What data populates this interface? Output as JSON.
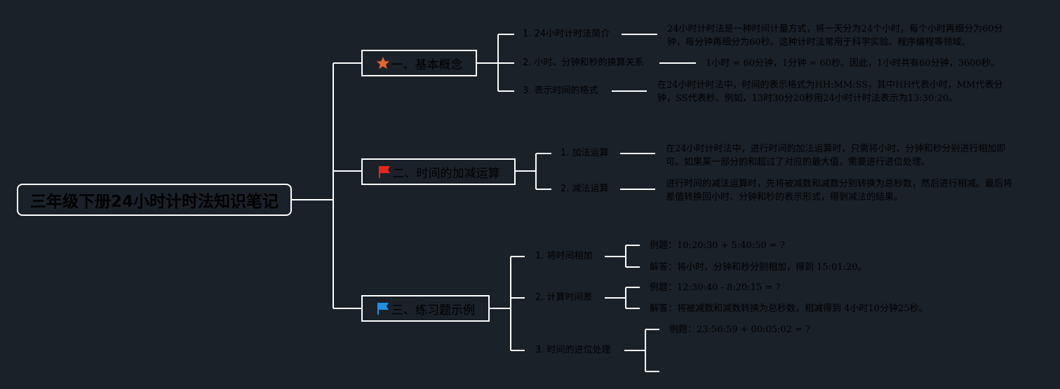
{
  "root": {
    "title": "三年级下册24小时计时法知识笔记"
  },
  "branches": [
    {
      "icon": "star-icon",
      "icon_color": "#e8652b",
      "title": "一、基本概念",
      "items": [
        {
          "label": "1. 24小时计时法简介",
          "text": "24小时计时法是一种时间计量方式，将一天分为24个小时，每个小时再细分为60分钟，每分钟再细分为60秒。这种计时法常用于科学实验、程序编程等领域。"
        },
        {
          "label": "2. 小时、分钟和秒的换算关系",
          "text": "1小时 = 60分钟，1分钟 = 60秒。因此，1小时共有60分钟，3600秒。"
        },
        {
          "label": "3. 表示时间的格式",
          "text": "在24小时计时法中，时间的表示格式为HH:MM:SS，其中HH代表小时，MM代表分钟，SS代表秒。例如，13时30分20秒用24小时计时法表示为13:30:20。"
        }
      ]
    },
    {
      "icon": "flag-icon",
      "icon_color": "#e8261c",
      "title": "二、时间的加减运算",
      "items": [
        {
          "label": "1. 加法运算",
          "text": "在24小时计时法中，进行时间的加法运算时，只需将小时、分钟和秒分别进行相加即可。如果某一部分的和超过了对应的最大值，需要进行进位处理。"
        },
        {
          "label": "2. 减法运算",
          "text": "进行时间的减法运算时，先将被减数和减数分别转换为总秒数，然后进行相减。最后将差值转换回小时、分钟和秒的表示形式，得到减法的结果。"
        }
      ]
    },
    {
      "icon": "flag-icon",
      "icon_color": "#1e90e0",
      "title": "三、练习题示例",
      "items": [
        {
          "label": "1. 将时间相加",
          "example": "例题：10:20:30 + 5:40:50 = ?",
          "answer": "解答：将小时、分钟和秒分别相加，得到 15:01:20。"
        },
        {
          "label": "2. 计算时间差",
          "example": "例题：12:30:40 - 8:20:15 = ?",
          "answer": "解答：将被减数和减数转换为总秒数，相减得到 4小时10分钟25秒。"
        },
        {
          "label": "3. 时间的进位处理",
          "example": "例题：23:56:59 + 00:05:02 = ?",
          "answer": ""
        }
      ]
    }
  ]
}
